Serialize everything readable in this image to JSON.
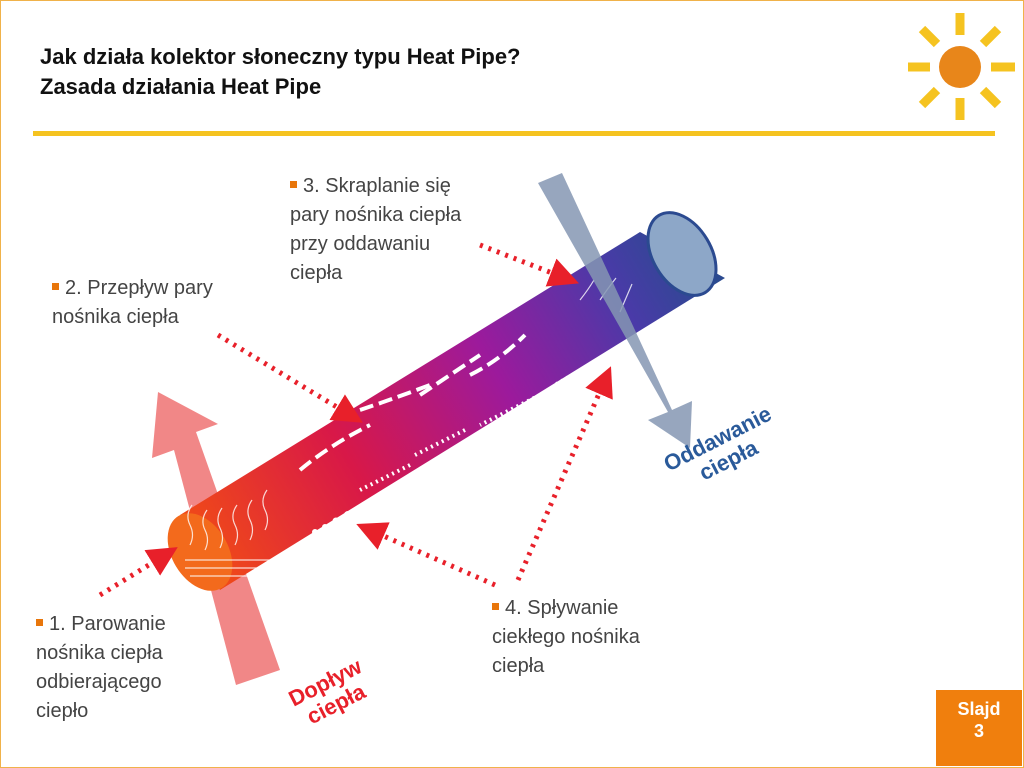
{
  "header": {
    "title_line1": "Jak działa kolektor słoneczny typu Heat Pipe?",
    "title_line2": "Zasada działania Heat Pipe"
  },
  "labels": {
    "step1": [
      "1. Parowanie",
      "nośnika ciepła",
      "odbierającego",
      "ciepło"
    ],
    "step2": [
      "2. Przepływ pary",
      "nośnika ciepła"
    ],
    "step3": [
      "3. Skraplanie się",
      "pary nośnika ciepła",
      "przy oddawaniu",
      "ciepła"
    ],
    "step4": [
      "4. Spływanie",
      "ciekłego nośnika",
      "ciepła"
    ]
  },
  "flows": {
    "out_line1": "Oddawanie",
    "out_line2": "ciepła",
    "in_line1": "Dopływ",
    "in_line2": "ciepła"
  },
  "badge": {
    "line1": "Slajd",
    "line2": "3"
  },
  "icons": [
    "sun-icon",
    "heat-pipe-tube",
    "heat-in-arrow",
    "heat-out-arrow"
  ],
  "colors": {
    "accent_orange": "#f07f0d",
    "rule_yellow": "#f5c320",
    "arrow_red": "#e8202a",
    "heat_out_blue": "#2a5a9a"
  }
}
